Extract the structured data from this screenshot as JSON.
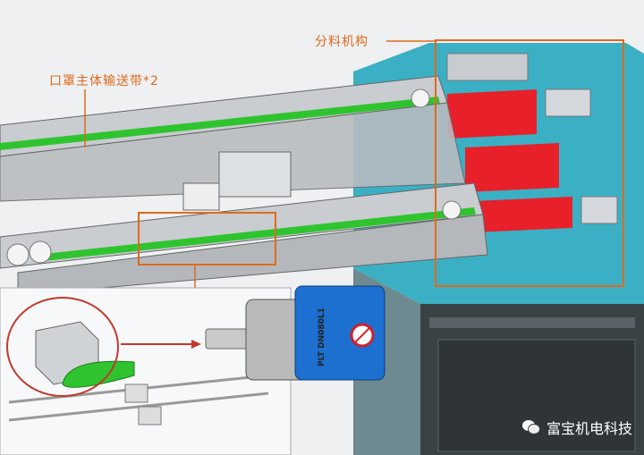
{
  "annotations": {
    "sorting_mechanism": "分料机构",
    "conveyor_belt": "口罩主体输送带*2"
  },
  "gearbox": {
    "model": "DN080L1",
    "brand": "PLT"
  },
  "watermark": {
    "icon": "wechat-icon",
    "text": "富宝机电科技"
  },
  "colors": {
    "annotation": "#e06a1b",
    "belt": "#2fc42f",
    "table": "#3bb0c4",
    "blocks": "#e8202a",
    "gearbox": "#1d6fd0"
  }
}
